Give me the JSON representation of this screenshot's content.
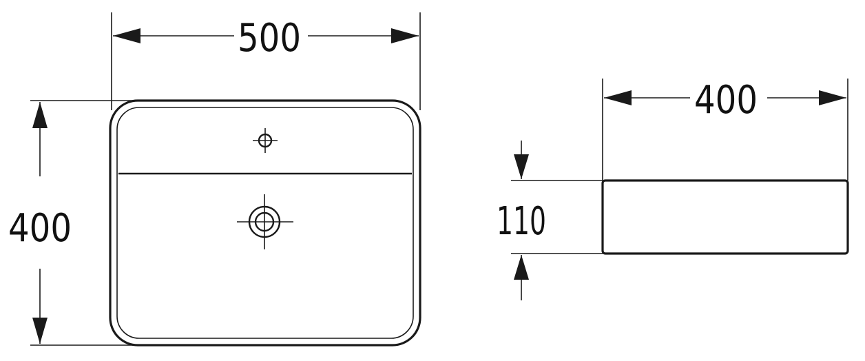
{
  "dimensions": {
    "top_width": "500",
    "top_depth": "400",
    "side_width": "400",
    "side_height": "110"
  },
  "icons": {
    "tap_hole": "crosshair-circle-icon",
    "drain": "crosshair-double-circle-icon"
  }
}
